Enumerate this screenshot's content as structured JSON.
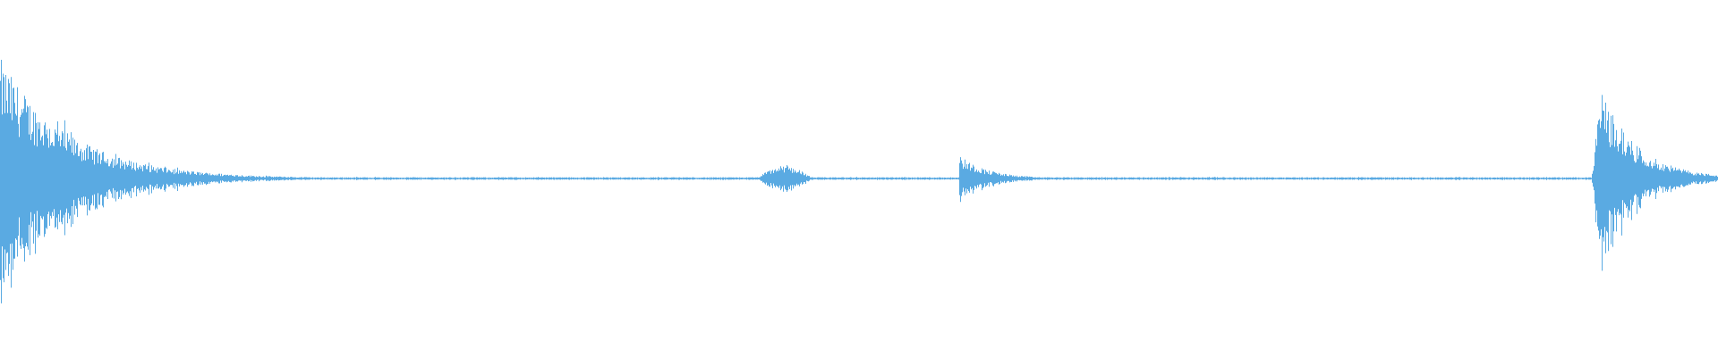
{
  "waveform": {
    "color": "#5aaae2",
    "background": "#ffffff",
    "duration_fraction_total": 1.0,
    "bursts": [
      {
        "name": "attack-burst-left",
        "start": 0.0,
        "end": 0.36,
        "peak": 0.75,
        "decay": 9.0,
        "shape": "decay"
      },
      {
        "name": "soft-swell-center",
        "start": 0.44,
        "end": 0.473,
        "peak": 0.08,
        "decay": 0,
        "shape": "swell"
      },
      {
        "name": "burst-middle-right",
        "start": 0.558,
        "end": 0.64,
        "peak": 0.15,
        "decay": 5.0,
        "shape": "decay"
      },
      {
        "name": "attack-burst-right",
        "start": 0.926,
        "end": 1.0,
        "peak": 0.55,
        "decay": 3.5,
        "shape": "decay-with-rise"
      }
    ],
    "noise_floor": 0.008
  }
}
